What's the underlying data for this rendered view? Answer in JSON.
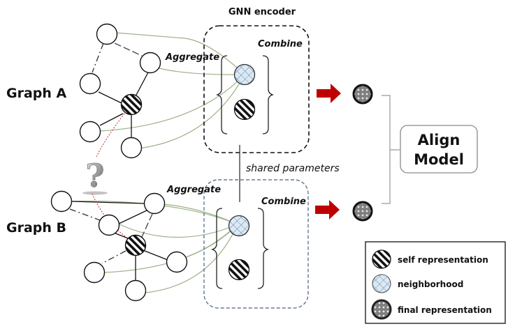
{
  "title": "GNN encoder",
  "graphs": [
    {
      "label": "Graph A",
      "aggregate_label": "Aggregate",
      "combine_label": "Combine"
    },
    {
      "label": "Graph B",
      "aggregate_label": "Aggregate",
      "combine_label": "Combine"
    }
  ],
  "shared_label": "shared parameters",
  "question_mark": "?",
  "align_model": {
    "line1": "Align",
    "line2": "Model"
  },
  "legend": {
    "items": [
      {
        "icon": "striped-circle-icon",
        "label": "self representation"
      },
      {
        "icon": "crosshatch-circle-icon",
        "label": "neighborhood"
      },
      {
        "icon": "dotted-gray-circle-icon",
        "label": "final representation"
      }
    ]
  },
  "colors": {
    "arrow": "#c00000",
    "aggregate_edge": "#9bb087",
    "neighborhood_fill": "#dbe9f5",
    "final_fill": "#7f7f7f",
    "mismatch_link": "#c0282a"
  }
}
